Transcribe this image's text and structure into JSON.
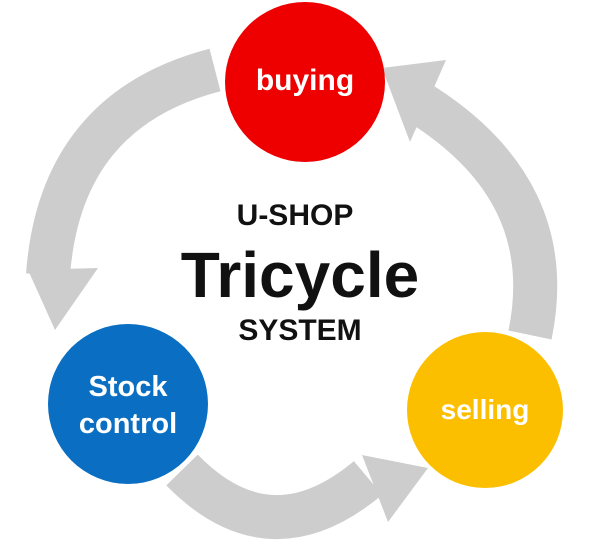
{
  "center": {
    "line1": "U-SHOP",
    "line2": "Tricycle",
    "line3": "SYSTEM"
  },
  "nodes": {
    "buying": {
      "label": "buying",
      "color": "#ee0000"
    },
    "selling": {
      "label": "selling",
      "color": "#fcbf00"
    },
    "stock": {
      "label_line1": "Stock",
      "label_line2": "control",
      "color": "#0a6ec2"
    }
  },
  "arrow_color": "#cdcdcd",
  "background": "#ffffff"
}
